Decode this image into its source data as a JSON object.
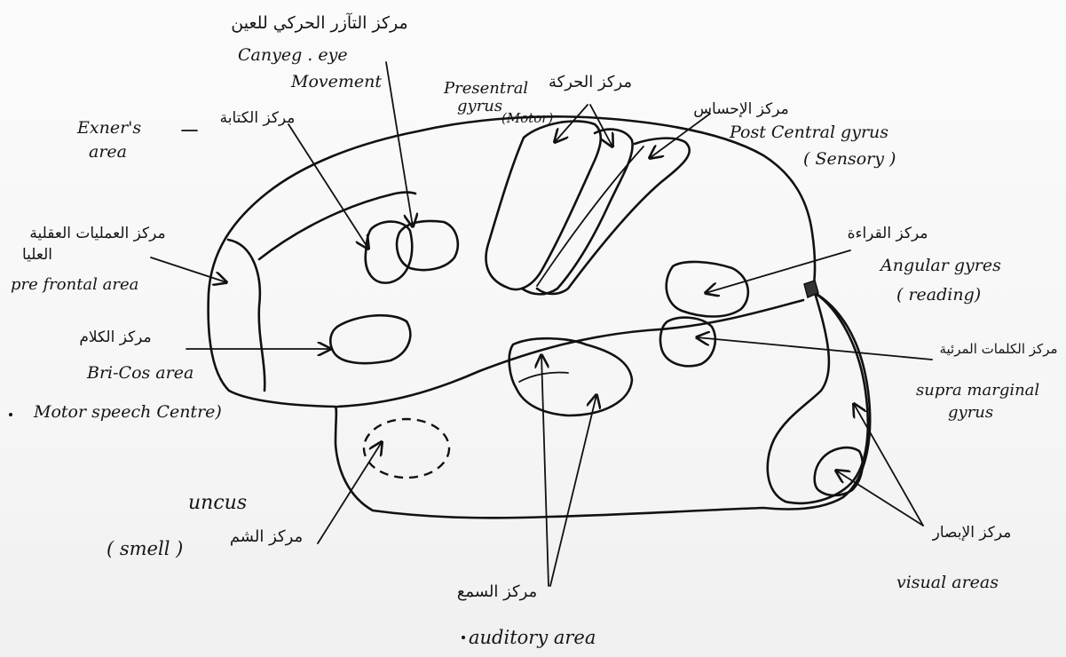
{
  "labels": {
    "eye_ar": "مركز التآزر الحركي للعين",
    "eye_en1": "Canyeg . eye",
    "eye_en2": "Movement",
    "writing_ar": "مركز الكتابة",
    "exner1": "Exner's",
    "exner2": "area",
    "precentral1": "Presentral",
    "precentral2": "gyrus",
    "precentral3": "(Motor)",
    "motor_ar": "مركز الحركة",
    "sensation_ar": "مركز الإحساس",
    "postcentral1": "Post Central gyrus",
    "postcentral2": "( Sensory )",
    "mental_ar1": "مركز العمليات العقلية",
    "mental_ar2": "العليا",
    "prefrontal": "pre frontal area",
    "reading_ar": "مركز القراءة",
    "angular1": "Angular gyres",
    "angular2": "( reading)",
    "speech_ar": "مركز الكلام",
    "broca1": "Bri-Cos area",
    "broca2": "Motor speech Centre)",
    "visual_words_ar": "مركز الكلمات المرئية",
    "supra1": "supra marginal",
    "supra2": "gyrus",
    "uncus": "uncus",
    "smell": "( smell )",
    "smell_ar": "مركز الشم",
    "hearing_ar": "مركز السمع",
    "auditory": "auditory area",
    "vision_ar": "مركز الإبصار",
    "visual": "visual areas"
  },
  "colors": {
    "ink": "#111111",
    "paper": "#f7f7f7"
  }
}
